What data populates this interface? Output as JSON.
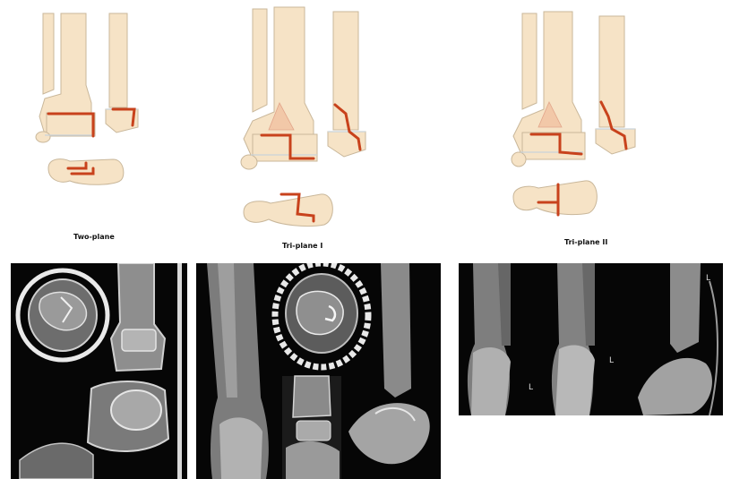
{
  "captions": {
    "two_plane": "Two-plane",
    "tri_plane_1": "Tri-plane I",
    "tri_plane_2": "Tri-plane II"
  },
  "xray_markers": {
    "panel3_marker_a": "L",
    "panel3_marker_b": "L",
    "panel3_marker_c": "L"
  },
  "colors": {
    "bone_fill": "#f6e3c6",
    "bone_outline": "#c9b79a",
    "fracture_line": "#c8421c",
    "radiograph_background": "#060606"
  }
}
